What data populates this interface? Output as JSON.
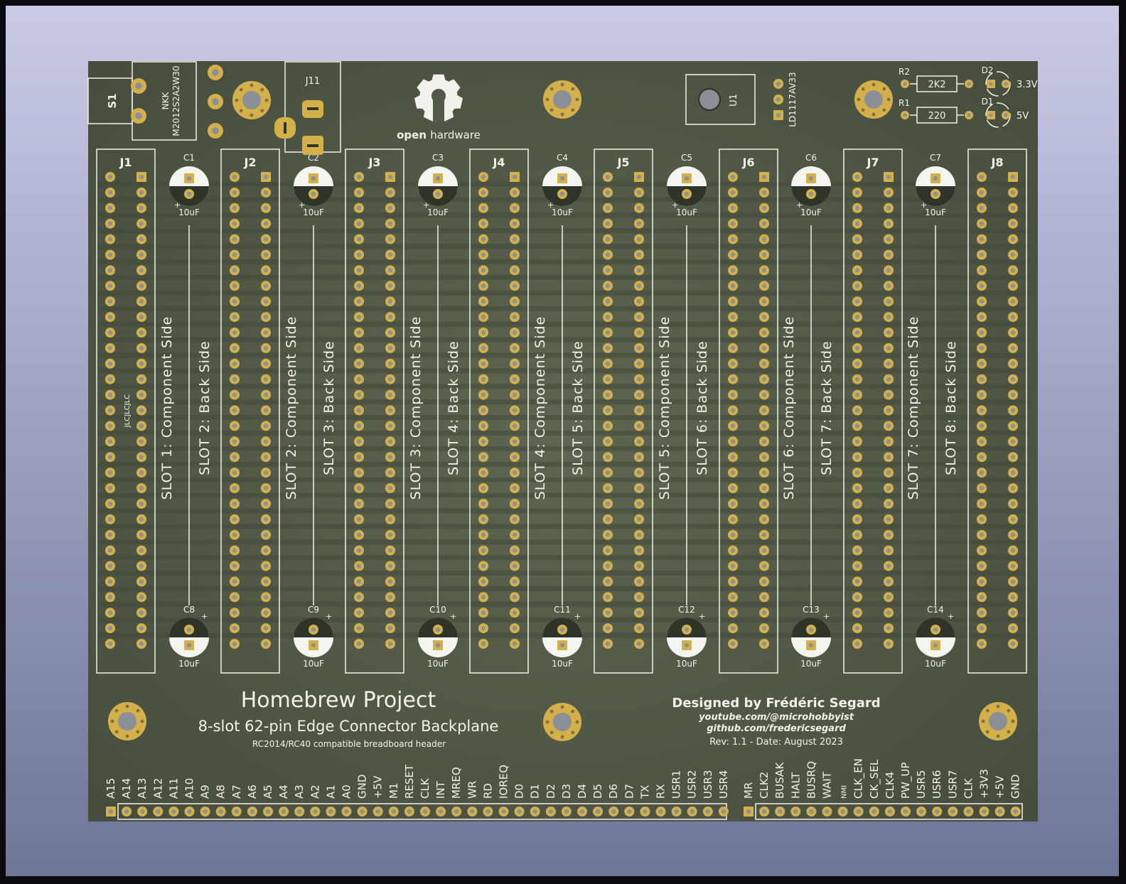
{
  "board": {
    "switch": {
      "ref": "S1",
      "part": "NKK\nM2012S2A2W30"
    },
    "jack": {
      "ref": "J11"
    },
    "regulator": {
      "ref": "U1",
      "part": "LD1117AV33"
    },
    "logo": {
      "text_bold": "open",
      "text": "hardware"
    },
    "resistors": [
      {
        "ref": "R2",
        "value": "2K2"
      },
      {
        "ref": "R1",
        "value": "220"
      }
    ],
    "leds": [
      {
        "ref": "D2",
        "label": "3.3V"
      },
      {
        "ref": "D1",
        "label": "5V"
      }
    ],
    "connectors": [
      "J1",
      "J2",
      "J3",
      "J4",
      "J5",
      "J6",
      "J7",
      "J8"
    ],
    "top_caps": [
      "C1",
      "C2",
      "C3",
      "C4",
      "C5",
      "C6",
      "C7"
    ],
    "bottom_caps": [
      "C8",
      "C9",
      "C10",
      "C11",
      "C12",
      "C13",
      "C14"
    ],
    "cap_value": "10uF",
    "jlc_text": "JLCJLCJLC",
    "component_side": [
      "SLOT 1: Component Side",
      "SLOT 2: Component Side",
      "SLOT 3: Component Side",
      "SLOT 4: Component Side",
      "SLOT 5: Component Side",
      "SLOT 6: Component Side",
      "SLOT 7: Component Side"
    ],
    "back_side": [
      "SLOT 2: Back Side",
      "SLOT 3: Back Side",
      "SLOT 4: Back Side",
      "SLOT 5: Back Side",
      "SLOT 6: Back Side",
      "SLOT 7: Back Side",
      "SLOT 8: Back Side"
    ],
    "title": {
      "line1": "Homebrew Project",
      "line2": "8-slot 62-pin Edge Connector Backplane",
      "line3": "RC2014/RC40 compatible breadboard header"
    },
    "credits": {
      "designer": "Designed by Frédéric Segard",
      "youtube": "youtube.com/@microhobbyist",
      "github": "github.com/fredericsegard",
      "rev": "Rev: 1.1 - Date: August 2023"
    },
    "header_left": [
      "A15",
      "A14",
      "A13",
      "A12",
      "A11",
      "A10",
      "A9",
      "A8",
      "A7",
      "A6",
      "A5",
      "A4",
      "A3",
      "A2",
      "A1",
      "A0",
      "GND",
      "+5V",
      "M1",
      "RESET",
      "CLK",
      "INT",
      "MREQ",
      "WR",
      "RD",
      "IOREQ",
      "D0",
      "D1",
      "D2",
      "D3",
      "D4",
      "D5",
      "D6",
      "D7",
      "TX",
      "RX",
      "USR1",
      "USR2",
      "USR3",
      "USR4"
    ],
    "header_right": [
      "MR",
      "CLK2",
      "BUSAK",
      "HALT",
      "BUSRQ",
      "WAIT",
      "NMI",
      "CLK_EN",
      "CK_SEL",
      "CLK4",
      "PW_UP",
      "USR5",
      "USR6",
      "USR7",
      "CLK",
      "+3V3",
      "+5V",
      "GND"
    ]
  },
  "colors": {
    "pad": "#d4b04a",
    "silk": "#f2f2ec",
    "board": "#555c49",
    "trace": "#424a3a"
  }
}
